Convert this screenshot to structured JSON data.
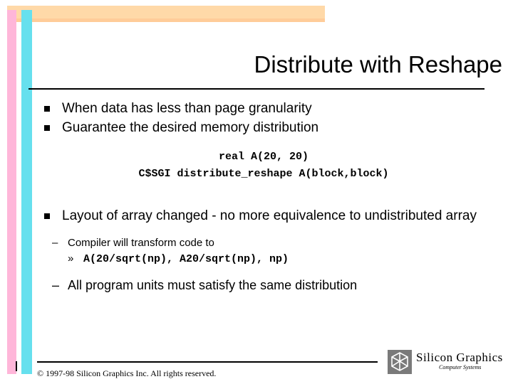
{
  "slide": {
    "title": "Distribute with Reshape",
    "bullets": [
      {
        "level": 1,
        "text": "When data has less than page granularity"
      },
      {
        "level": 1,
        "text": "Guarantee the desired memory distribution"
      }
    ],
    "code": [
      "real A(20, 20)",
      "C$SGI distribute_reshape A(block,block)"
    ],
    "bullet3": {
      "level": 1,
      "text": "Layout of array changed - no more equivalence to undistributed array"
    },
    "sub_bullets": [
      {
        "marker": "–",
        "text": "Compiler will transform code to"
      },
      {
        "marker": "»",
        "text": "A(20/sqrt(np), A20/sqrt(np), np)"
      },
      {
        "marker": "–",
        "text": "All program units must satisfy the same distribution"
      }
    ],
    "footer": {
      "copyright": "© 1997-98 Silicon Graphics Inc. All rights reserved."
    },
    "logo": {
      "name": "Silicon Graphics",
      "tagline": "Computer Systems"
    },
    "colors": {
      "pink_bar": "#ffb6d9",
      "cyan_bar": "#66e0ee",
      "peach_bar": "#ffd9a8",
      "text": "#000000"
    }
  }
}
